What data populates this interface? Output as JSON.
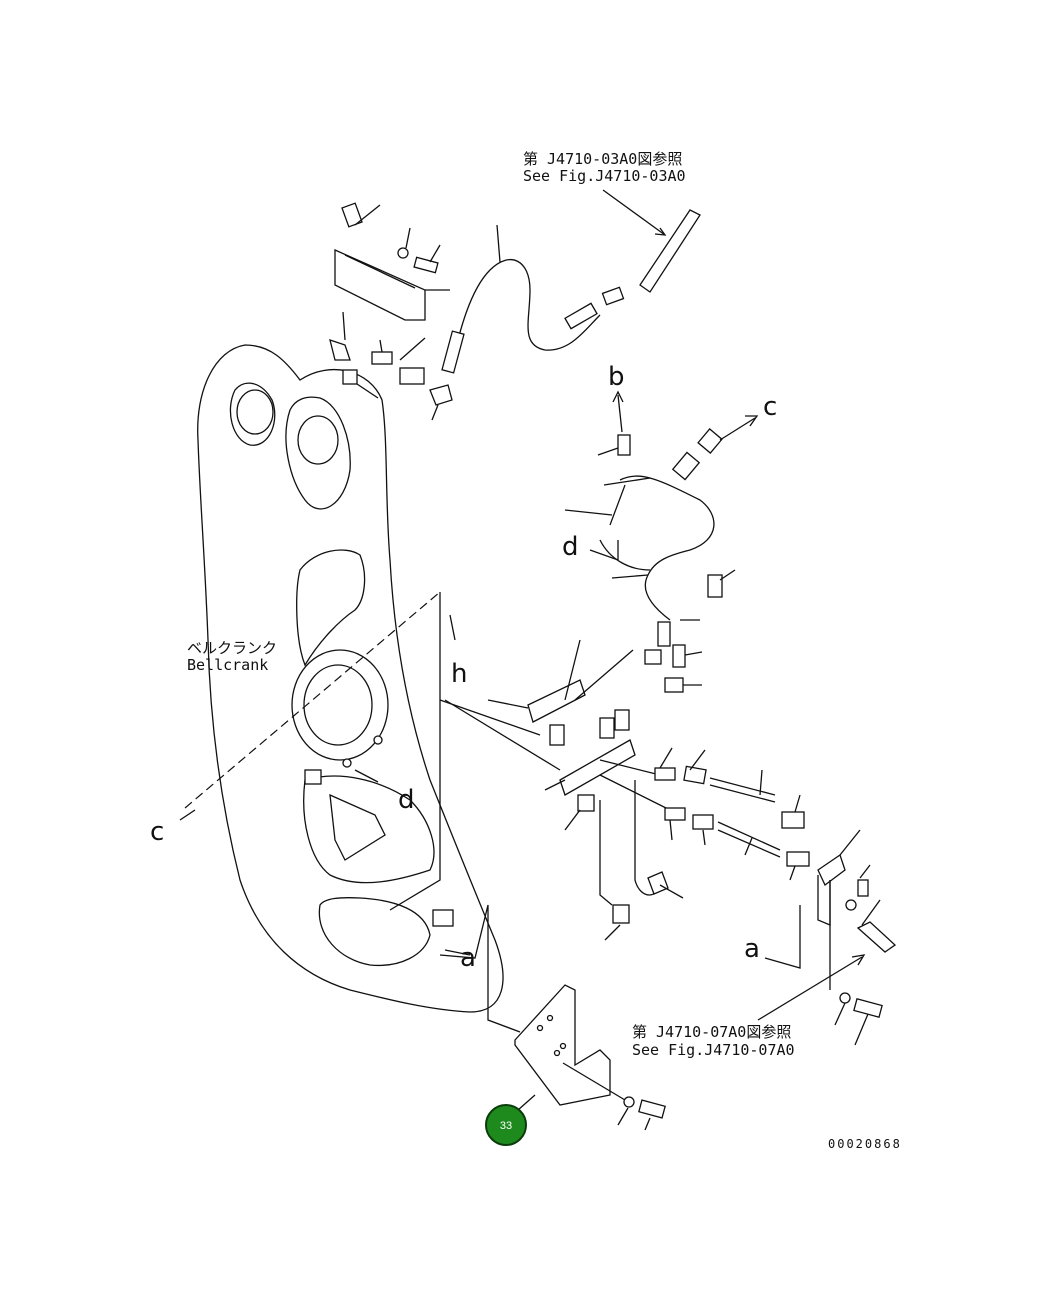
{
  "ref_top": {
    "line1": "第 J4710-03A0図参照",
    "line2": "See Fig.J4710-03A0"
  },
  "ref_bottom": {
    "line1": "第 J4710-07A0図参照",
    "line2": "See Fig.J4710-07A0"
  },
  "bellcrank": {
    "jp": "ベルクランク",
    "en": "Bellcrank"
  },
  "letters": {
    "a": "a",
    "b": "b",
    "c": "c",
    "d": "d",
    "h": "h"
  },
  "drawing_number": "00020868",
  "callout": {
    "label": "33",
    "color": "#1e8a1e"
  }
}
